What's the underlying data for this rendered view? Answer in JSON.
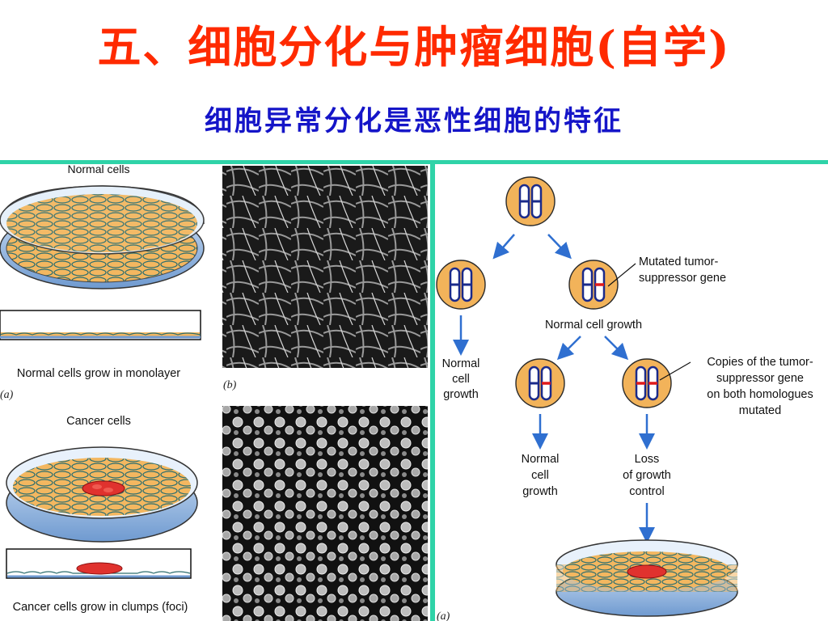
{
  "slide": {
    "title": "五、细胞分化与肿瘤细胞(自学)",
    "subtitle": "细胞异常分化是恶性细胞的特征"
  },
  "left_figure": {
    "normal_heading": "Normal cells",
    "normal_caption": "Normal cells grow in monolayer",
    "panel_a": "(a)",
    "panel_b": "(b)",
    "cancer_heading": "Cancer cells",
    "cancer_caption": "Cancer cells grow in clumps (foci)"
  },
  "right_figure": {
    "mutated_label": "Mutated tumor-suppressor gene",
    "mutated_l1": "Mutated tumor-",
    "mutated_l2": "suppressor gene",
    "normal_growth_center": "Normal cell growth",
    "normal_left_l1": "Normal",
    "normal_left_l2": "cell",
    "normal_left_l3": "growth",
    "copies_l1": "Copies of the tumor-",
    "copies_l2": "suppressor gene",
    "copies_l3": "on both homologues",
    "copies_l4": "mutated",
    "normal_bottom_l1": "Normal",
    "normal_bottom_l2": "cell",
    "normal_bottom_l3": "growth",
    "loss_l1": "Loss",
    "loss_l2": "of growth",
    "loss_l3": "control",
    "panel_a": "(a)"
  },
  "colors": {
    "title": "#ff2a00",
    "subtitle": "#1515c8",
    "divider": "#2fd3a8",
    "cell_fill": "#f2b35a",
    "chromosome_blue": "#1a2a8a",
    "mutation_red": "#e01a1a",
    "arrow_blue": "#2f6fd0"
  }
}
